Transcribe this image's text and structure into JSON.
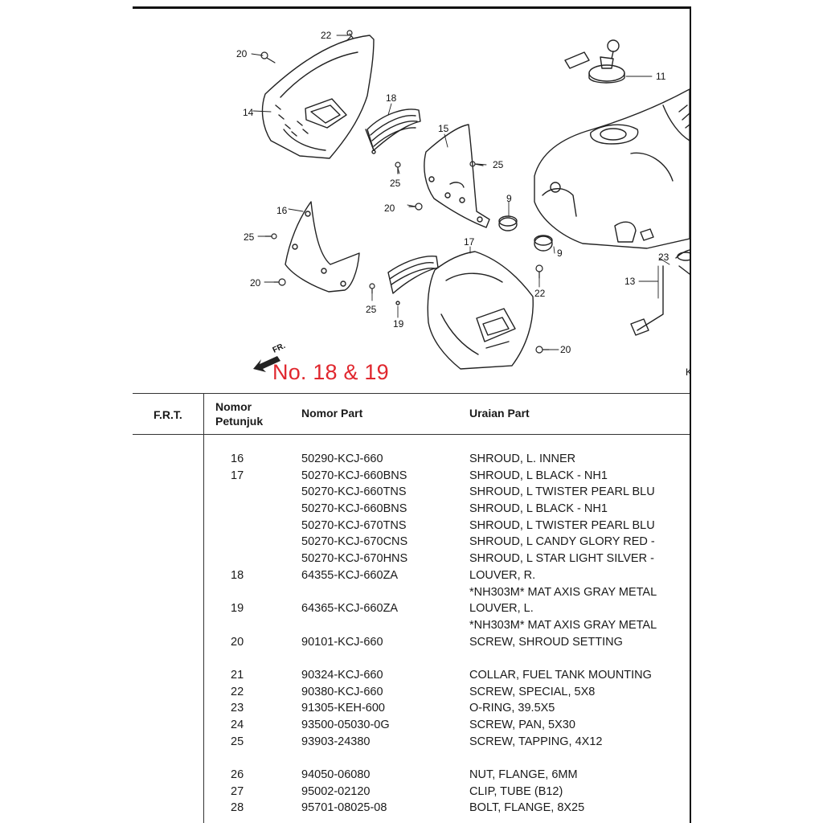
{
  "diagram": {
    "callouts": {
      "c22a": "22",
      "c20a": "20",
      "c14": "14",
      "c18": "18",
      "c15": "15",
      "c25a": "25",
      "c25b": "25",
      "c20b": "20",
      "c9a": "9",
      "c16": "16",
      "c25c": "25",
      "c20c": "20",
      "c17": "17",
      "c9b": "9",
      "c22b": "22",
      "c25d": "25",
      "c19": "19",
      "c20d": "20",
      "c11": "11",
      "c13": "13",
      "c23": "23",
      "cK": "K"
    },
    "fr_label": "FR.",
    "annotation": "No. 18 & 19",
    "annotation_color": "#e0272e"
  },
  "table": {
    "headers": {
      "frt": "F.R.T.",
      "nomor_line1": "Nomor",
      "nomor_line2": "Petunjuk",
      "part": "Nomor Part",
      "desc": "Uraian Part"
    },
    "rows": [
      {
        "no": "16",
        "part": "50290-KCJ-660",
        "desc": "SHROUD, L. INNER"
      },
      {
        "no": "17",
        "part": "50270-KCJ-660BNS",
        "desc": "SHROUD, L BLACK - NH1"
      },
      {
        "no": "",
        "part": "50270-KCJ-660TNS",
        "desc": "SHROUD, L TWISTER PEARL BLU"
      },
      {
        "no": "",
        "part": "50270-KCJ-660BNS",
        "desc": "SHROUD, L BLACK - NH1"
      },
      {
        "no": "",
        "part": "50270-KCJ-670TNS",
        "desc": "SHROUD, L TWISTER PEARL BLU"
      },
      {
        "no": "",
        "part": "50270-KCJ-670CNS",
        "desc": "SHROUD, L CANDY GLORY RED -"
      },
      {
        "no": "",
        "part": "50270-KCJ-670HNS",
        "desc": "SHROUD, L STAR LIGHT SILVER -"
      },
      {
        "no": "18",
        "part": "64355-KCJ-660ZA",
        "desc": "LOUVER, R."
      },
      {
        "no": "",
        "part": "",
        "desc": "*NH303M* MAT AXIS GRAY METAL"
      },
      {
        "no": "19",
        "part": "64365-KCJ-660ZA",
        "desc": "LOUVER, L."
      },
      {
        "no": "",
        "part": "",
        "desc": "*NH303M* MAT AXIS GRAY METAL"
      },
      {
        "no": "20",
        "part": "90101-KCJ-660",
        "desc": "SCREW, SHROUD SETTING"
      },
      {
        "no": "21",
        "part": "90324-KCJ-660",
        "desc": "COLLAR, FUEL TANK MOUNTING",
        "gap": true
      },
      {
        "no": "22",
        "part": "90380-KCJ-660",
        "desc": "SCREW, SPECIAL, 5X8"
      },
      {
        "no": "23",
        "part": "91305-KEH-600",
        "desc": "O-RING, 39.5X5"
      },
      {
        "no": "24",
        "part": "93500-05030-0G",
        "desc": "SCREW, PAN, 5X30"
      },
      {
        "no": "25",
        "part": "93903-24380",
        "desc": "SCREW, TAPPING, 4X12"
      },
      {
        "no": "26",
        "part": "94050-06080",
        "desc": "NUT, FLANGE, 6MM",
        "gap": true
      },
      {
        "no": "27",
        "part": "95002-02120",
        "desc": "CLIP, TUBE (B12)"
      },
      {
        "no": "28",
        "part": "95701-08025-08",
        "desc": "BOLT, FLANGE, 8X25"
      }
    ]
  }
}
